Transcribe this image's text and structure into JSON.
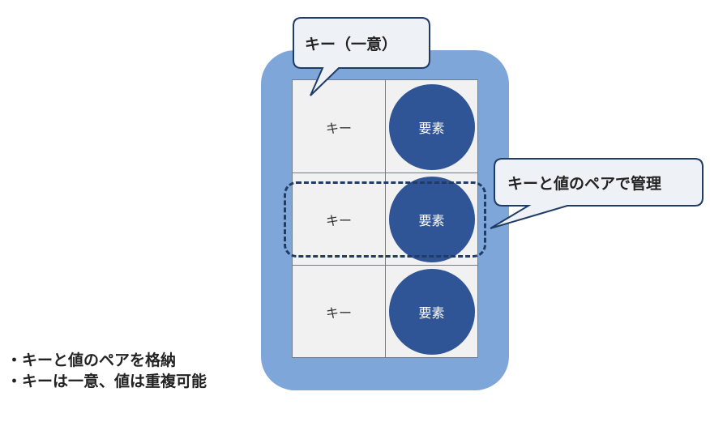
{
  "diagram": {
    "rows": [
      {
        "key": "キー",
        "value": "要素"
      },
      {
        "key": "キー",
        "value": "要素"
      },
      {
        "key": "キー",
        "value": "要素"
      }
    ],
    "callout_unique_key": "キー（一意）",
    "callout_pair": "キーと値のペアで管理",
    "colors": {
      "container": "#7ea6d8",
      "circle": "#2f5597",
      "dashed": "#1f3b66",
      "cell_bg": "#f1f1f1"
    }
  },
  "bullets": [
    "・キーと値のペアを格納",
    "・キーは一意、値は重複可能"
  ]
}
